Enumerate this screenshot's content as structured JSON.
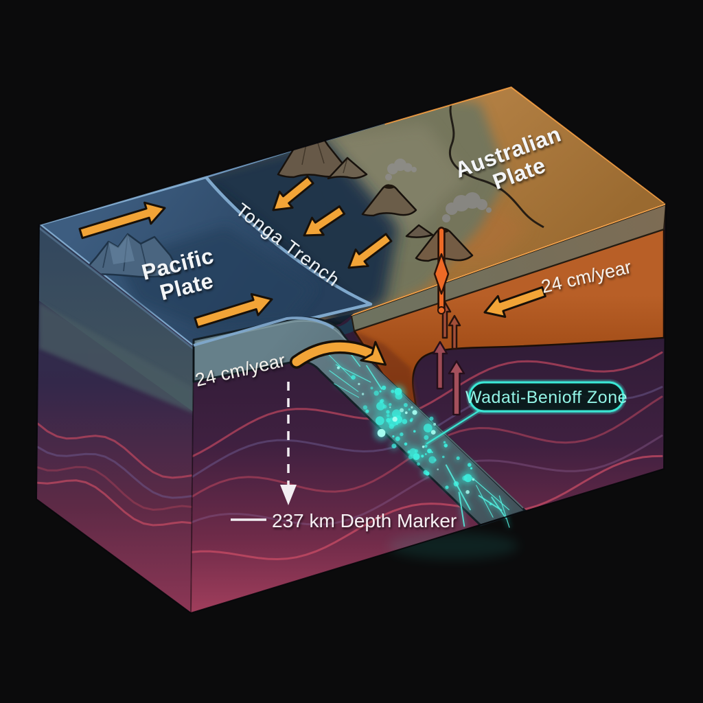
{
  "diagram": {
    "subject": "Tonga Trench subduction zone block diagram",
    "labels": {
      "pacific_plate": {
        "line1": "Pacific",
        "line2": "Plate"
      },
      "australian_plate": {
        "line1": "Australian",
        "line2": "Plate"
      },
      "trench": "Tonga Trench",
      "seismic_zone": "Wadati-Benioff Zone",
      "depth_marker": "237 km Depth Marker",
      "pacific_rate": "24 cm/year",
      "australian_rate": "24 cm/year"
    },
    "colors": {
      "background": "#0b0b0c",
      "arrow_orange": "#F2A437",
      "earthquake_cyan": "#2FE8D6",
      "label_glow_cyan": "#3BE9D6",
      "magma_orange": "#EE6A26",
      "mantle_crimson": "#A43F5D",
      "pacific_plate_blue": "#2E4A68",
      "australian_surface_tan": "#B8854A",
      "lithosphere_orange": "#A84E1E",
      "slab_gray": "#5A6E74"
    },
    "icons": {
      "volcano": "cone-triangle",
      "smoke_plume": "cloud-puffs",
      "island_mountain": "line-sketch",
      "plate_motion_arrow": "thick-orange-arrow",
      "subduction_arrow": "curved-orange-arrow",
      "magma_rise_arrow": "maroon-up-arrow",
      "depth_arrow": "white-dashed-down-arrow",
      "earthquake_hypocenter": "glowing-cyan-dot"
    }
  }
}
